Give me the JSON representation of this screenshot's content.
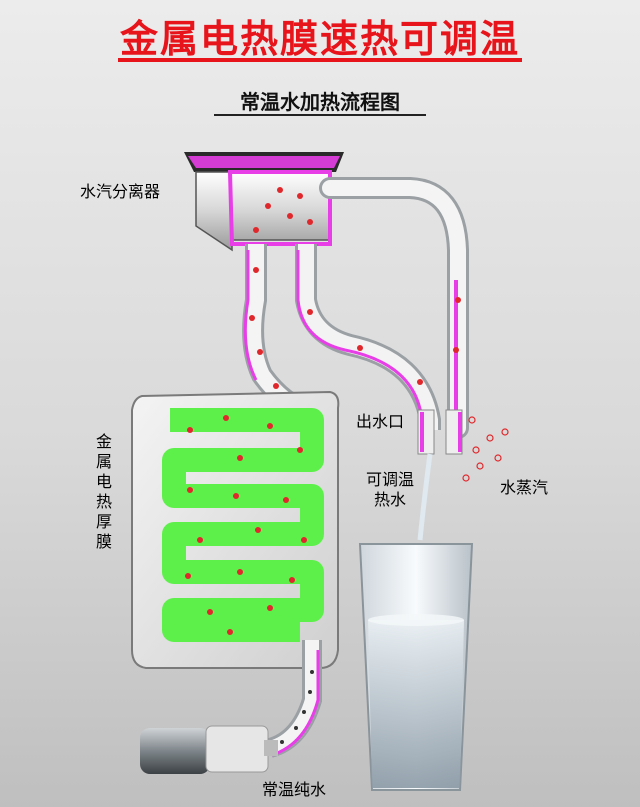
{
  "title": "金属电热膜速热可调温",
  "subtitle": "常温水加热流程图",
  "labels": {
    "separator": "水汽分离器",
    "film": "金属电热厚膜",
    "outlet": "出水口",
    "adjustable_water": "可调温\n热水",
    "steam": "水蒸汽",
    "pure_water": "常温纯水"
  },
  "colors": {
    "title_red": "#e8141b",
    "pipe_highlight": "#e83ee8",
    "heating_channel": "#5df04a",
    "bubble_red": "#e0282c"
  }
}
